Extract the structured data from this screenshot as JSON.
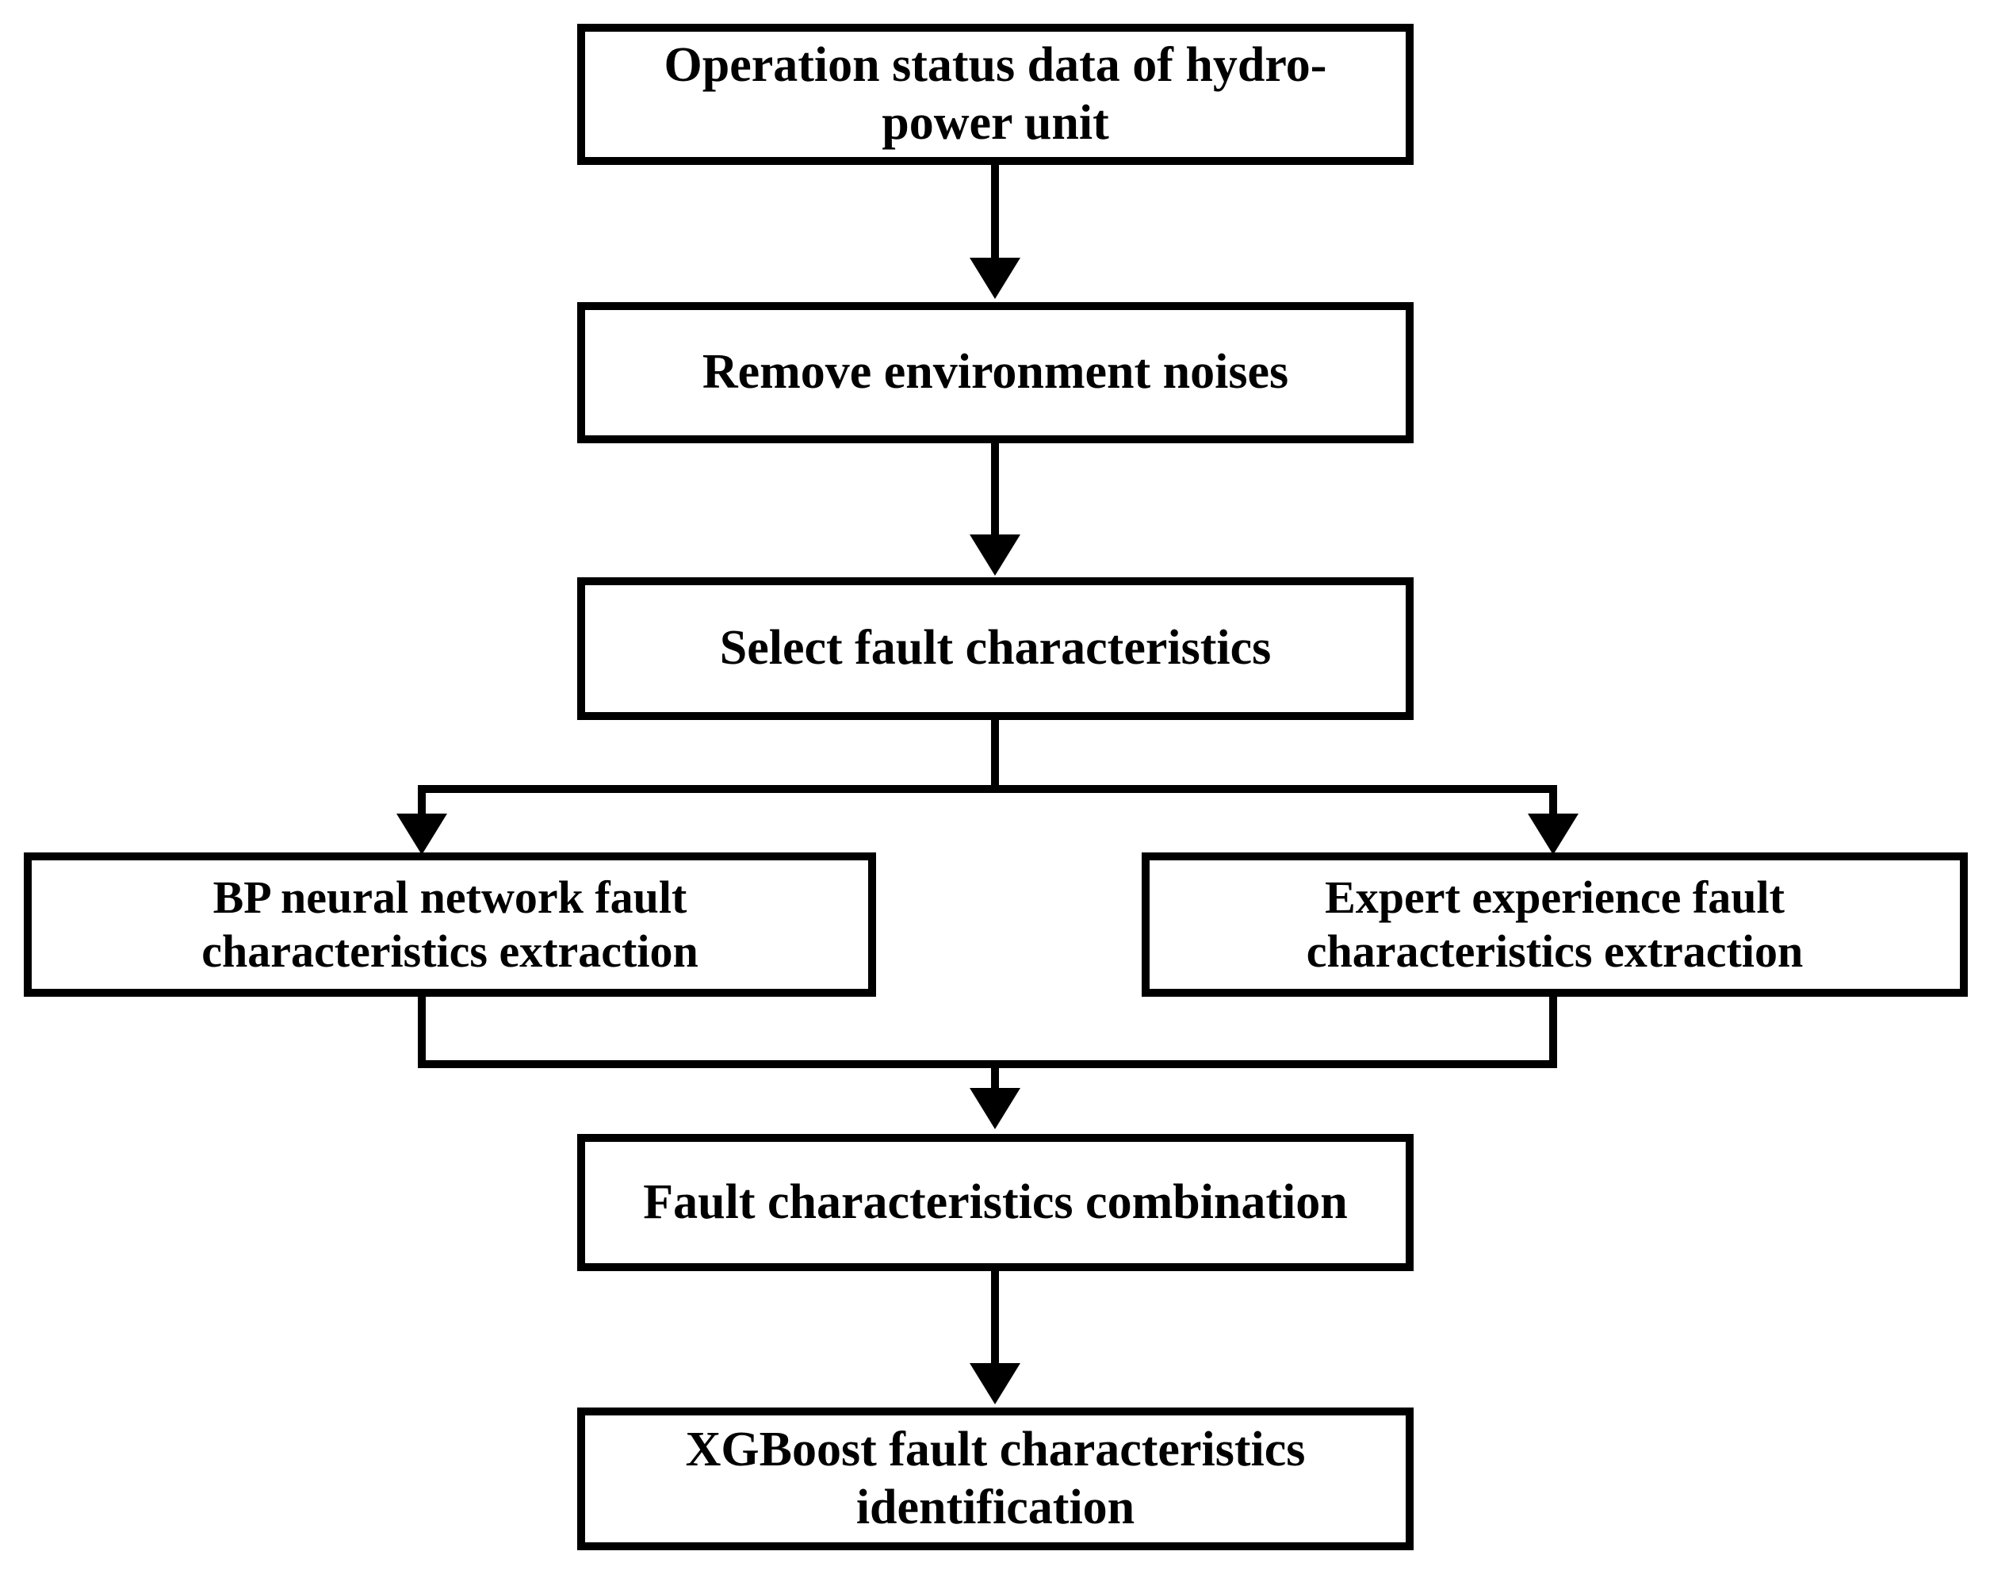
{
  "diagram": {
    "title": "Hydro-power unit fault characteristics identification flowchart",
    "background_color": "#ffffff",
    "line_color": "#000000",
    "text_color": "#000000",
    "nodes": [
      {
        "id": "operation-status-data",
        "label": "Operation status data of hydro-\npower unit"
      },
      {
        "id": "remove-environment-noises",
        "label": "Remove environment noises"
      },
      {
        "id": "select-fault-characteristics",
        "label": "Select fault characteristics"
      },
      {
        "id": "bp-neural-network-extraction",
        "label": "BP neural network fault\ncharacteristics extraction"
      },
      {
        "id": "expert-experience-extraction",
        "label": "Expert experience fault\ncharacteristics extraction"
      },
      {
        "id": "fault-characteristics-combination",
        "label": "Fault characteristics combination"
      },
      {
        "id": "xgboost-identification",
        "label": "XGBoost fault characteristics\nidentification"
      }
    ],
    "edges": [
      {
        "id": "edge-1",
        "from": "operation-status-data",
        "to": "remove-environment-noises",
        "style": "arrow-down"
      },
      {
        "id": "edge-2",
        "from": "remove-environment-noises",
        "to": "select-fault-characteristics",
        "style": "arrow-down"
      },
      {
        "id": "edge-3",
        "from": "select-fault-characteristics",
        "to": "bp-neural-network-extraction",
        "style": "split-left-arrow-down"
      },
      {
        "id": "edge-4",
        "from": "select-fault-characteristics",
        "to": "expert-experience-extraction",
        "style": "split-right-arrow-down"
      },
      {
        "id": "edge-5",
        "from": "bp-neural-network-extraction",
        "to": "fault-characteristics-combination",
        "style": "merge-left-arrow-down"
      },
      {
        "id": "edge-6",
        "from": "expert-experience-extraction",
        "to": "fault-characteristics-combination",
        "style": "merge-right-arrow-down"
      },
      {
        "id": "edge-7",
        "from": "fault-characteristics-combination",
        "to": "xgboost-identification",
        "style": "arrow-down"
      }
    ]
  }
}
